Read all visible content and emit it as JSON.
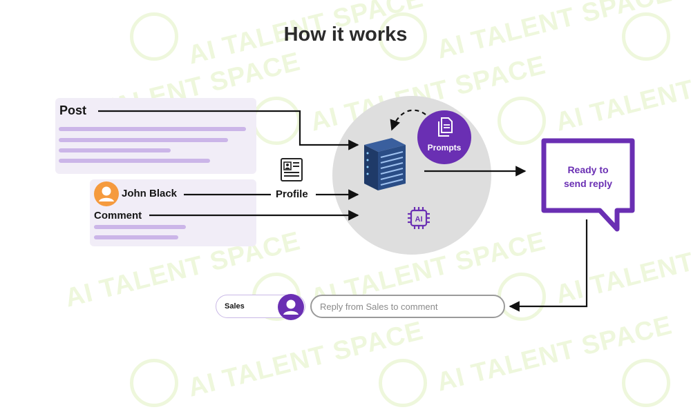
{
  "watermark": {
    "text": "AI TALENT SPACE"
  },
  "title": "How it works",
  "post": {
    "label": "Post"
  },
  "comment": {
    "user_name": "John Black",
    "label": "Comment"
  },
  "profile": {
    "label": "Profile"
  },
  "prompts": {
    "label": "Prompts"
  },
  "ready": {
    "label": "Ready to\nsend reply"
  },
  "reply_bar": {
    "sender": "Sales",
    "placeholder": "Reply from Sales to comment"
  },
  "icons": {
    "post_card": "text-lines",
    "comment_avatar": "user-avatar-icon",
    "profile": "id-card-icon",
    "server": "server-icon",
    "prompts": "documents-icon",
    "chip": "ai-chip-icon",
    "speech_bubble": "speech-bubble",
    "sales_avatar": "user-avatar-icon"
  },
  "colors": {
    "accent_purple": "#6a2fb3",
    "card_bg": "#f1edf7",
    "placeholder_bar": "#cbb5e8",
    "server_circle": "#dedede",
    "avatar_orange": "#f59a3e",
    "watermark": "#eef7dc"
  }
}
